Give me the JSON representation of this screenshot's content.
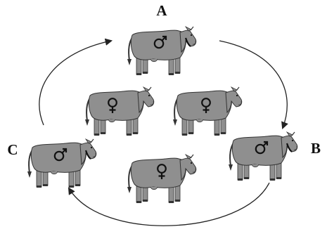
{
  "labels": {
    "a": "A",
    "b": "B",
    "c": "C"
  },
  "cows": [
    {
      "id": "bull-a",
      "sex": "male"
    },
    {
      "id": "bull-b",
      "sex": "male"
    },
    {
      "id": "bull-c",
      "sex": "male"
    },
    {
      "id": "cow-left",
      "sex": "female"
    },
    {
      "id": "cow-right",
      "sex": "female"
    },
    {
      "id": "cow-bottom",
      "sex": "female"
    }
  ],
  "colors": {
    "cow_fill": "#8f8f8f",
    "cow_outline": "#333333",
    "symbol": "#111111",
    "arrow": "#222222"
  }
}
